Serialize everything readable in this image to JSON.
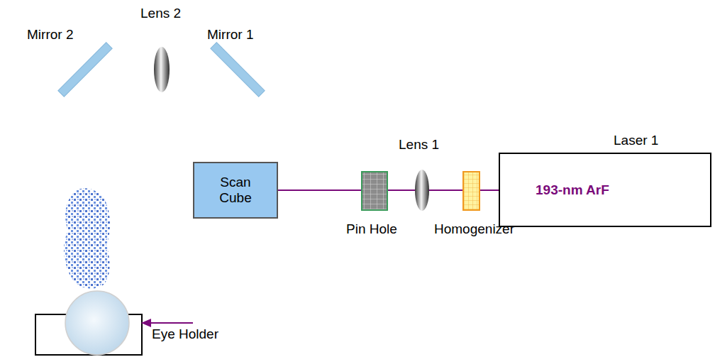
{
  "diagram": {
    "nodes": [
      {
        "text": [
          "Laser 1",
          "193-nm ArF"
        ]
      },
      {
        "text": [
          "Scan Cube"
        ]
      },
      {
        "text": [
          "Eye Holder"
        ]
      }
    ],
    "edges": [
      {
        "from": 0,
        "to": 1,
        "arrow": "none"
      },
      {
        "from": 1,
        "to": 2,
        "arrow": "to"
      }
    ],
    "labels": [
      "Lens 2",
      "Mirror 2",
      "Mirror 1",
      "Lens 1",
      "Pin Hole",
      "Homogenizer"
    ]
  }
}
